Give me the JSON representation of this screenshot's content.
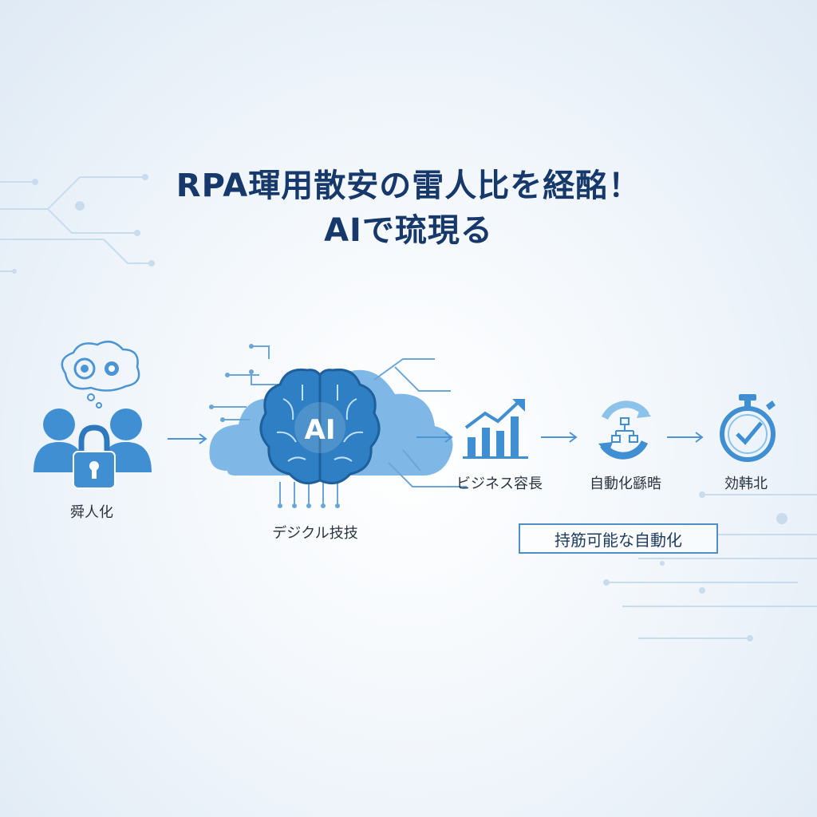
{
  "title": {
    "line1": "RPA琿用散安の雷人比を経酩！",
    "line2": "AIで琉現る"
  },
  "steps": [
    {
      "label": "舜人化",
      "icon": "locked-people-icon"
    },
    {
      "label": "デジクル技技",
      "icon": "ai-brain-cloud-icon",
      "center_text": "AI"
    },
    {
      "label": "ビジネス容長",
      "icon": "growth-chart-icon"
    },
    {
      "label": "自動化繇晧",
      "icon": "automation-cycle-icon"
    },
    {
      "label": "効韩北",
      "icon": "stopwatch-icon"
    }
  ],
  "badge": {
    "label": "持筋可能な自動化"
  },
  "colors": {
    "title": "#16386a",
    "accent": "#3f8fd2",
    "accent_light": "#8cc3ea",
    "line": "#b9d3ea"
  }
}
